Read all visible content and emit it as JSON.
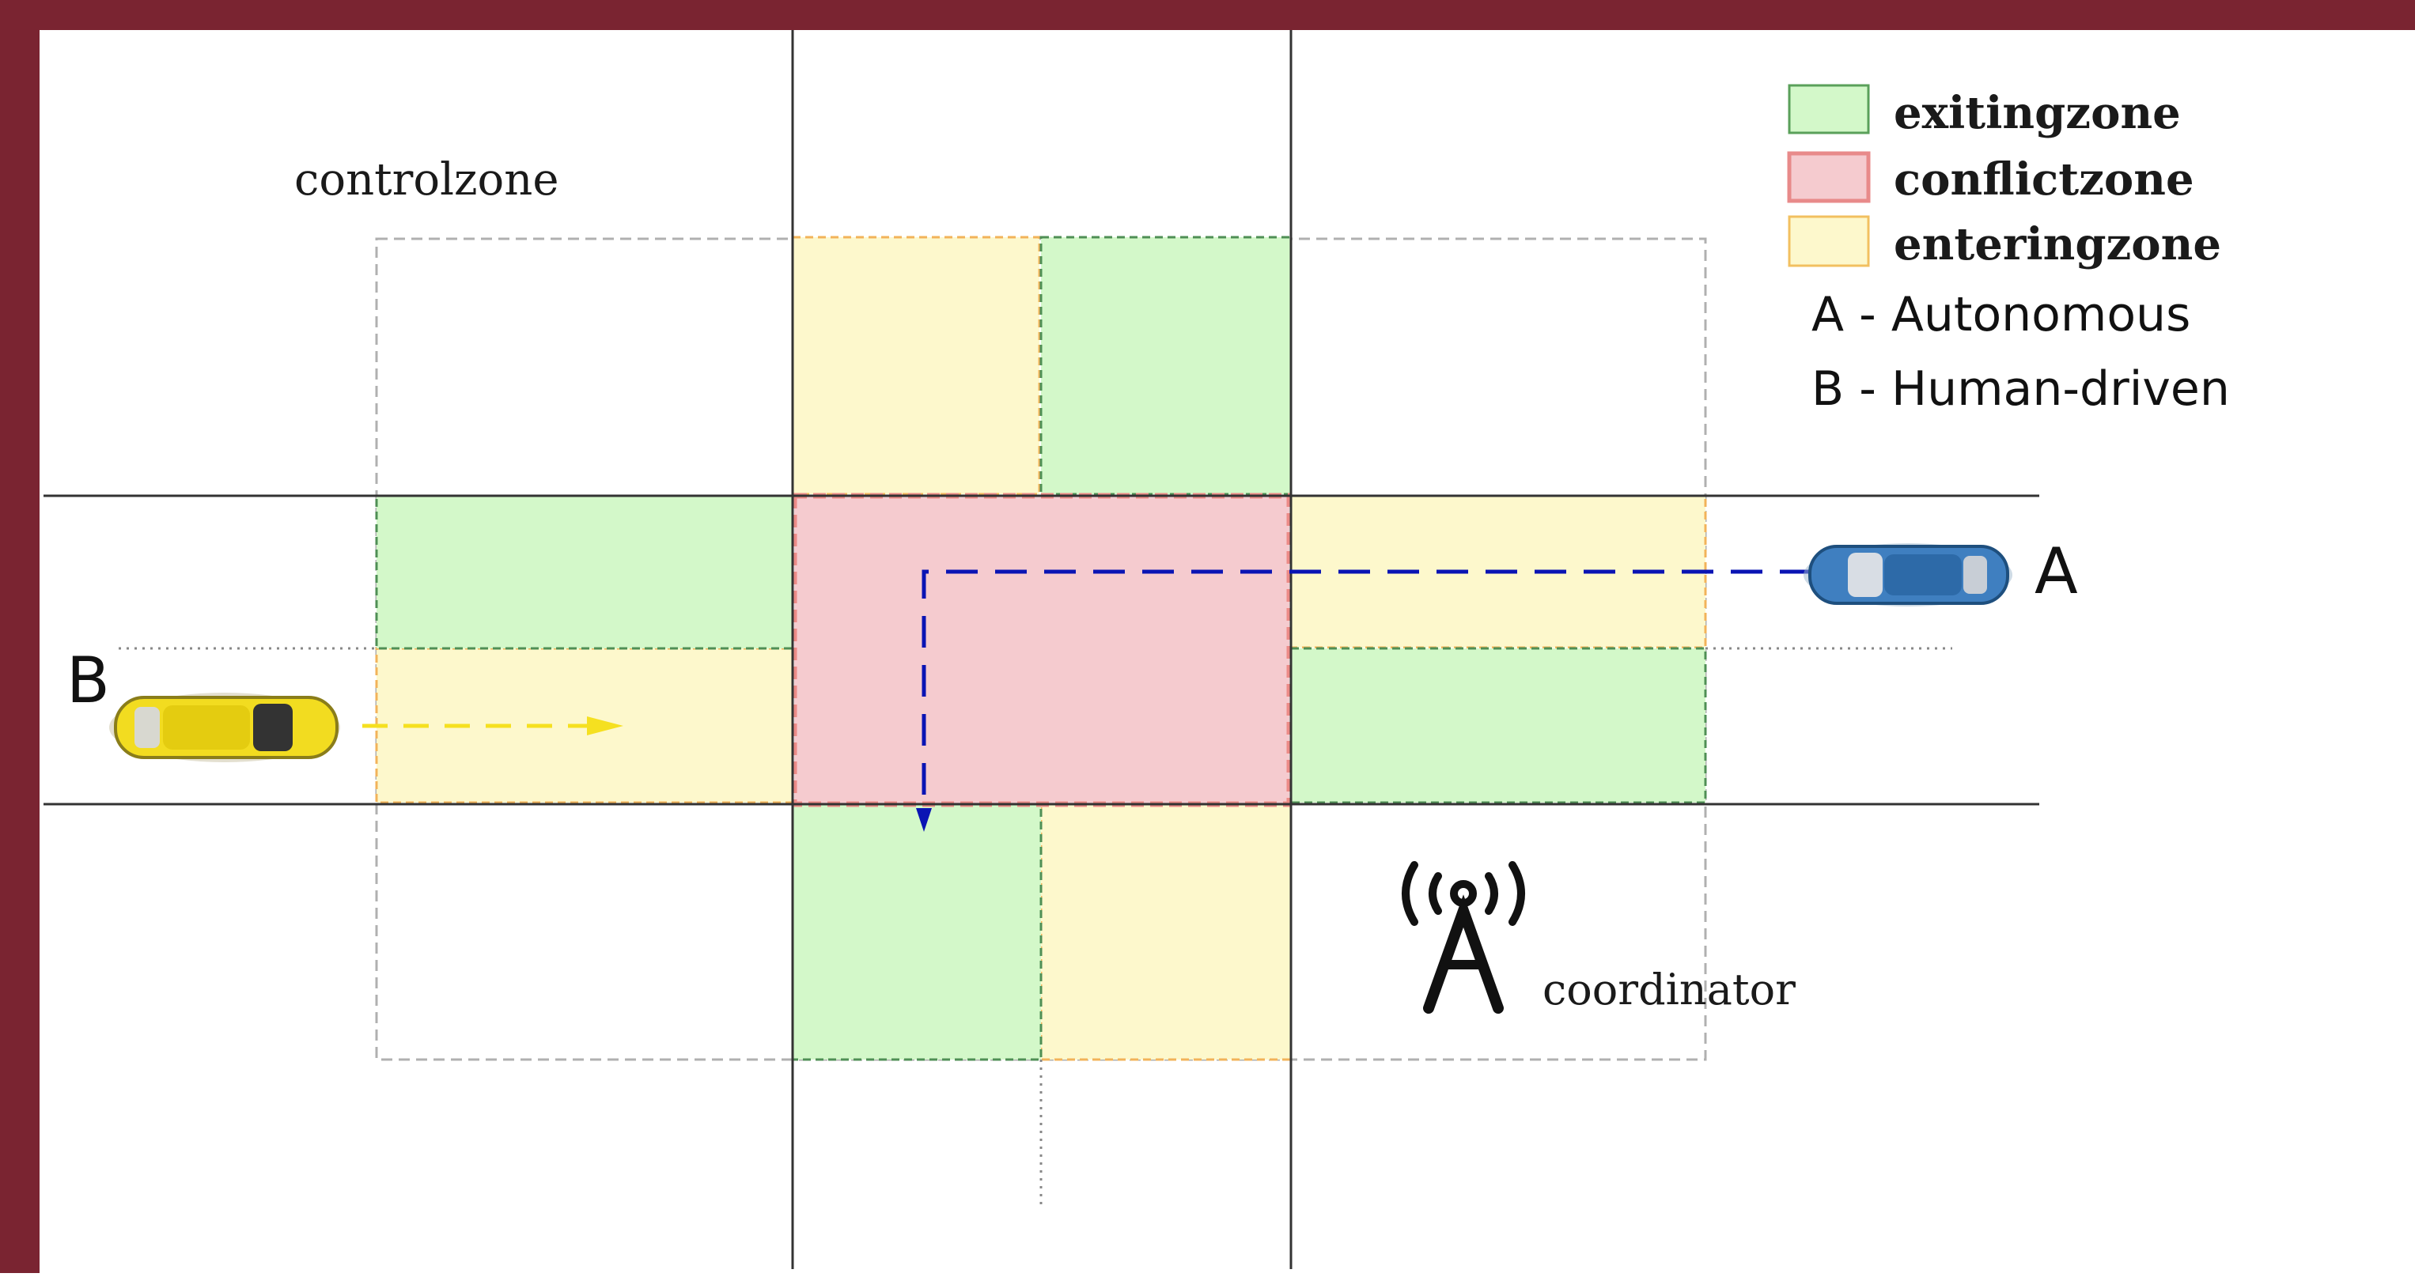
{
  "labels": {
    "control_zone": "controlzone",
    "coordinator": "coordinator",
    "vehicle_a": "A",
    "vehicle_b": "B"
  },
  "legend": [
    {
      "label": "exitingzone",
      "color": "#d3f8c9",
      "border": "#5aa05a"
    },
    {
      "label": "conflictzone",
      "color": "#f5cbcf",
      "border": "#e88a8a"
    },
    {
      "label": "enteringzone",
      "color": "#fdf8cc",
      "border": "#f2c060"
    }
  ],
  "key": [
    {
      "text": "A - Autonomous"
    },
    {
      "text": "B - Human-driven"
    }
  ],
  "colors": {
    "frame": "#7a2431",
    "road_line": "#333333",
    "path_a": "#0a14b4",
    "path_b": "#f5e020",
    "car_a": "#3f7fc0",
    "car_b": "#f2dc20"
  },
  "icons": {
    "coordinator": "radio-tower-icon",
    "vehicle_a": "blue-car-icon",
    "vehicle_b": "yellow-car-icon"
  }
}
